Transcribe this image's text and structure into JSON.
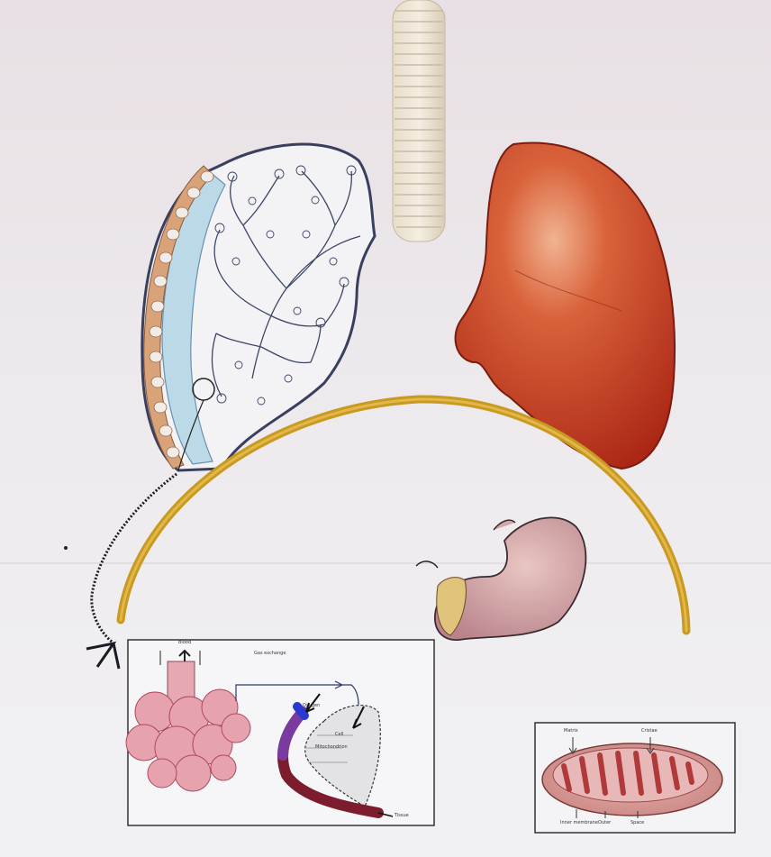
{
  "scene": {
    "board_color": "#ece8ea",
    "foam_color": "#f2f2f4",
    "left_lung_outline": "#5a5f84",
    "right_lung_color": "#c23a1c",
    "tube_color": "#c99a22",
    "stomach_color": "#c79aa0",
    "alveoli_color": "#d8778c",
    "mito_color": "#c86b6d"
  },
  "card_left_labels": {
    "top": "Gas exchange",
    "left": "Blood",
    "inner": "Cell",
    "mid1": "Mitochondrion",
    "mid2": "Oxygen",
    "bottom": "Tissue"
  },
  "card_right_labels": {
    "top_left": "Matrix",
    "top_right": "Cristae",
    "bottom_left": "Inner membrane",
    "bottom_mid": "Outer",
    "bottom_right": "Space"
  }
}
